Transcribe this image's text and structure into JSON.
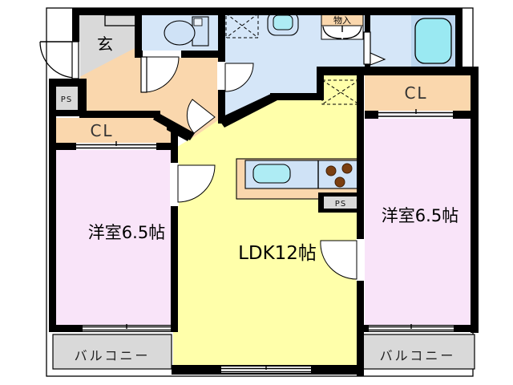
{
  "floorplan": {
    "labels": {
      "entrance": "玄",
      "ps_left": "PS",
      "ps_kitchen": "PS",
      "closet_left": "CL",
      "closet_right": "CL",
      "storage": "物入",
      "room_left": "洋室6.5帖",
      "room_right": "洋室6.5帖",
      "ldk": "LDK12帖",
      "balcony_left": "バルコニー",
      "balcony_right": "バルコニー"
    },
    "colors": {
      "wall": "#000000",
      "entrance_floor": "#d9d9d9",
      "hallway_floor": "#fad7ad",
      "wet_area_floor": "#d5e6f8",
      "tub_zone": "#bdd7f0",
      "bathtub": "#9ae9f2",
      "ldk_floor": "#ffffaa",
      "bedroom_floor": "#f9e4f9",
      "closet_floor": "#fad7ad",
      "balcony_floor": "#d9d9d9",
      "fixture_fill": "#cfe2f6",
      "sink_fill": "#aeecf4",
      "burner_fill": "#7b3f10",
      "ps_box": "#d9d9d9"
    }
  }
}
